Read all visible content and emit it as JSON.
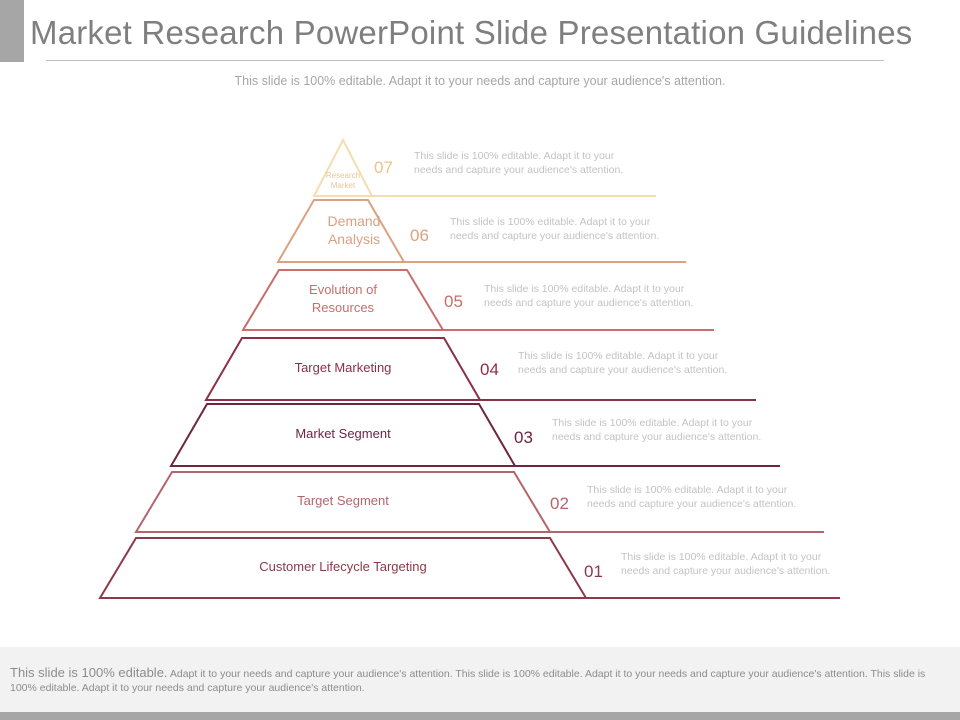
{
  "title": "Market Research PowerPoint Slide Presentation Guidelines",
  "subtitle": "This slide is 100% editable. Adapt it to your needs and capture your audience's attention.",
  "levels": [
    {
      "num": "07",
      "label": "Research Market",
      "description": "This slide is 100% editable. Adapt it to your needs and capture your audience's attention.",
      "color": "#f5ddb1"
    },
    {
      "num": "06",
      "label": "Demand Analysis",
      "description": "This slide is 100% editable. Adapt it to your needs and capture your audience's attention.",
      "color": "#d9a282"
    },
    {
      "num": "05",
      "label": "Evolution of Resources",
      "description": "This slide is 100% editable. Adapt it to your needs and capture your audience's attention.",
      "color": "#c86e6c"
    },
    {
      "num": "04",
      "label": "Target Marketing",
      "description": "This slide is 100% editable. Adapt it to your needs and capture your audience's attention.",
      "color": "#8c2f47"
    },
    {
      "num": "03",
      "label": "Market Segment",
      "description": "This slide is 100% editable. Adapt it to your needs and capture your audience's attention.",
      "color": "#6d2540"
    },
    {
      "num": "02",
      "label": "Target Segment",
      "description": "This slide is 100% editable. Adapt it to your needs and capture your audience's attention.",
      "color": "#b5646c"
    },
    {
      "num": "01",
      "label": "Customer Lifecycle Targeting",
      "description": "This slide is 100% editable. Adapt it to your needs and capture your audience's attention.",
      "color": "#8c3a4a"
    }
  ],
  "footer": {
    "lead": "This slide is 100% editable.",
    "body": " Adapt it to your needs and capture your audience's attention. This slide is 100% editable. Adapt it to your needs and capture your audience's attention. This slide is 100% editable. Adapt it to your needs and capture your audience's attention."
  }
}
